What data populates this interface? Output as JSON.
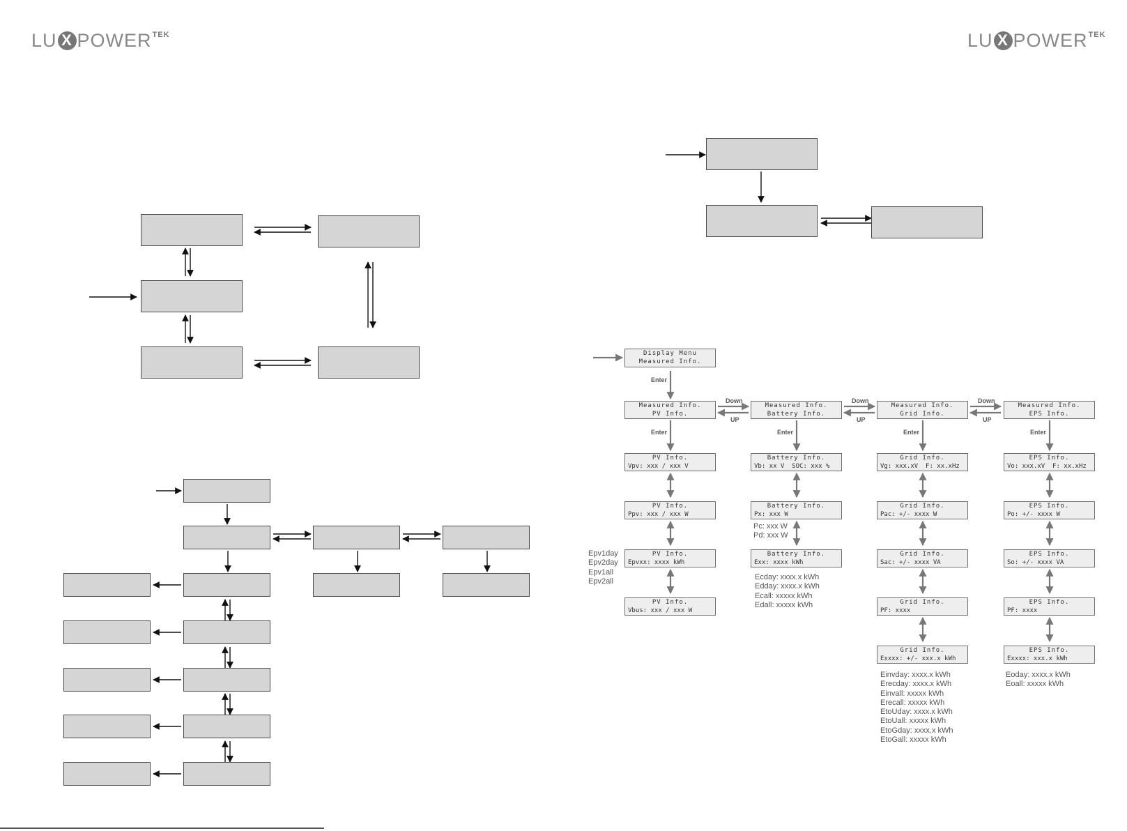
{
  "brand": {
    "left": {
      "pre": "LU",
      "x": "X",
      "post": "POWER",
      "sup": "TEK"
    },
    "right": {
      "pre": "LU",
      "x": "X",
      "post": "POWER",
      "sup": "TEK"
    }
  },
  "menu": {
    "entry": {
      "l1": "Display Menu",
      "l2": "Measured Info."
    },
    "enter_label": "Enter",
    "down_label": "Down",
    "up_label": "UP",
    "categories": [
      {
        "l1": "Measured Info.",
        "l2": "PV Info."
      },
      {
        "l1": "Measured Info.",
        "l2": "Battery Info."
      },
      {
        "l1": "Measured Info.",
        "l2": "Grid Info."
      },
      {
        "l1": "Measured Info.",
        "l2": "EPS Info."
      }
    ],
    "pv": [
      {
        "l1": "PV Info.",
        "l2": "Vpv: xxx / xxx V"
      },
      {
        "l1": "PV Info.",
        "l2": "Ppv: xxx / xxx W"
      },
      {
        "l1": "PV Info.",
        "l2": "Epvxx: xxxx kWh"
      },
      {
        "l1": "PV Info.",
        "l2": "Vbus: xxx / xxx W"
      }
    ],
    "battery": [
      {
        "l1": "Battery Info.",
        "l2": "Vb: xx V  SOC: xxx %"
      },
      {
        "l1": "Battery Info.",
        "l2": "Px: xxx W"
      },
      {
        "l1": "Battery Info.",
        "l2": "Exx: xxxx kWh"
      }
    ],
    "grid": [
      {
        "l1": "Grid Info.",
        "l2": "Vg: xxx.xV  F: xx.xHz"
      },
      {
        "l1": "Grid Info.",
        "l2": "Pac: +/- xxxx W"
      },
      {
        "l1": "Grid Info.",
        "l2": "Sac: +/- xxxx VA"
      },
      {
        "l1": "Grid Info.",
        "l2": "PF: xxxx"
      },
      {
        "l1": "Grid Info.",
        "l2": "Exxxx: +/- xxx.x kWh"
      }
    ],
    "eps": [
      {
        "l1": "EPS Info.",
        "l2": "Vo: xxx.xV  F: xx.xHz"
      },
      {
        "l1": "EPS Info.",
        "l2": "Po: +/- xxxx W"
      },
      {
        "l1": "EPS Info.",
        "l2": "So: +/- xxxx VA"
      },
      {
        "l1": "EPS Info.",
        "l2": "PF: xxxx"
      },
      {
        "l1": "EPS Info.",
        "l2": "Exxxx: xxx.x kWh"
      }
    ],
    "notes": {
      "pv_energy": [
        "Epv1day",
        "Epv2day",
        "Epv1all",
        "Epv2all"
      ],
      "battery_power": [
        "Pc: xxx W",
        "Pd: xxx W"
      ],
      "battery_energy": [
        "Ecday: xxxx.x kWh",
        "Edday: xxxx.x kWh",
        "Ecall: xxxxx kWh",
        "Edall: xxxxx kWh"
      ],
      "grid_energy": [
        "Einvday: xxxx.x kWh",
        "Erecday: xxxx.x kWh",
        "Einvall: xxxxx kWh",
        "Erecall: xxxxx kWh",
        "EtoUday: xxxx.x kWh",
        "EtoUall: xxxxx kWh",
        "EtoGday: xxxx.x kWh",
        "EtoGall: xxxxx kWh"
      ],
      "eps_energy": [
        "Eoday: xxxx.x kWh",
        "Eoall: xxxxx kWh"
      ]
    }
  }
}
